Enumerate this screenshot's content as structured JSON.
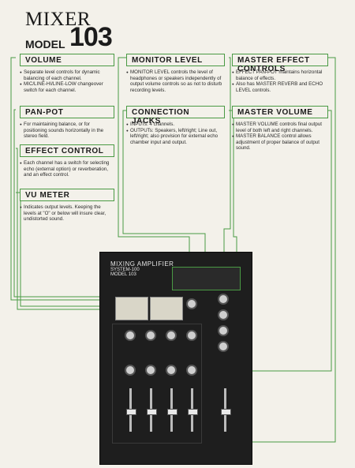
{
  "brand": {
    "title": "MIXER",
    "model_label": "MODEL",
    "model_number": "103"
  },
  "sections": {
    "volume": {
      "title": "VOLUME",
      "bullets": [
        "Separate level controls for dynamic balancing of each channel.",
        "MIC/LINE-HI/LINE-LOW changeover switch for each channel."
      ]
    },
    "pan_pot": {
      "title": "PAN-POT",
      "bullets": [
        "For maintaining balance, or for positioning sounds horizontally in the stereo field."
      ]
    },
    "effect_control": {
      "title": "EFFECT CONTROL",
      "bullets": [
        "Each channel has a switch for selecting echo (external option) or reverberation, and an effect control."
      ]
    },
    "vu_meter": {
      "title": "VU METER",
      "bullets": [
        "Indicates output levels. Keeping the levels at \"O\" or below will insure clear, undistorted sound."
      ]
    },
    "monitor_level": {
      "title": "MONITOR LEVEL",
      "bullets": [
        "MONITOR LEVEL controls the level of headphones or speakers independently of output volume controls so as not to disturb recording levels."
      ]
    },
    "connection_jacks": {
      "title": "CONNECTION JACKS",
      "bullets": [
        "INPUTs: 4 channels.",
        "OUTPUTs: Speakers, left/right; Line out, left/right; also provision for external echo chamber input and output."
      ]
    },
    "master_effect_controls": {
      "title": "MASTER EFFECT CONTROLS",
      "bullets": [
        "EFFECT PAN-POT maintains horizontal balance of effects.",
        "Also has MASTER REVERB and ECHO LEVEL controls."
      ]
    },
    "master_volume": {
      "title": "MASTER VOLUME",
      "bullets": [
        "MASTER VOLUME controls final output level of both left and right channels.",
        "MASTER BALANCE control allows adjustment of proper balance of output sound."
      ]
    }
  },
  "device": {
    "label_line1": "MIXING AMPLIFIER",
    "label_line2": "SYSTEM-100",
    "label_line3": "MODEL 103"
  },
  "colors": {
    "accent": "#4a9a44",
    "background": "#f3f1ea",
    "device": "#1e1e1e"
  }
}
